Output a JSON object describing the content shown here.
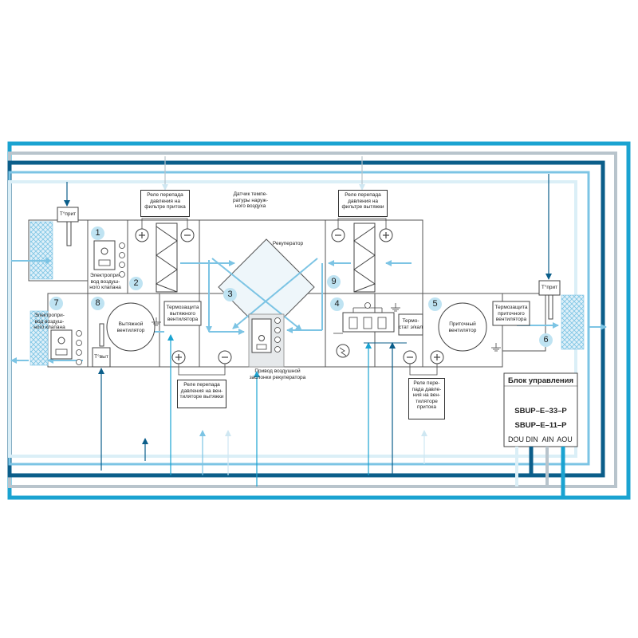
{
  "colors": {
    "dark_blue": "#0b5e8a",
    "cyan": "#1aa3d1",
    "light_gray": "#b8c4cc",
    "pale_blue": "#dbeff7",
    "arrow_blue": "#7cc4e4",
    "number_bg": "#bfe3f2"
  },
  "numbers": [
    "1",
    "2",
    "3",
    "4",
    "5",
    "6",
    "7",
    "8",
    "9"
  ],
  "labels": {
    "t_prit_left": "T°прит",
    "t_prit_right": "T°прит",
    "t_vyt": "T°выт",
    "damper_drive_top": "Электропри-\nвод воздуш-\nного клапана",
    "damper_drive_bottom": "Электропри-\nвод воздуш-\nного клапана",
    "exhaust_fan": "Вытяжной\nвентилятор",
    "supply_fan": "Приточный\nвентилятор",
    "thermo_exhaust": "Термозащита\nвытяжного\nвентилятора",
    "thermo_supply": "Термозащита\nприточного\nвентилятора",
    "outdoor_sensor": "Датчик темпе-\nратуры наруж-\nного воздуха",
    "recuperator": "Рекуператор",
    "recup_damper": "Привод воздушной\nзаслонки рекуператора",
    "thermostat": "Термо-\nстат э/кал"
  },
  "relays": {
    "supply_filter": "Реле перепада\nдавления на\nфильтре притока",
    "exhaust_filter": "Реле перепада\nдавления на\nфильтре вытяжки",
    "exhaust_fan": "Реле перепада\nдавления на вен-\nтиляторе вытяжки",
    "supply_fan": "Реле пере-\nпада давле-\nния на вен-\nтиляторе\nпритока"
  },
  "controller": {
    "title": "Блок управления",
    "model1": "SBUP–E–33–P",
    "model2": "SBUP–E–11–P",
    "ports": [
      "DOU",
      "DIN",
      "AIN",
      "AOU"
    ]
  }
}
